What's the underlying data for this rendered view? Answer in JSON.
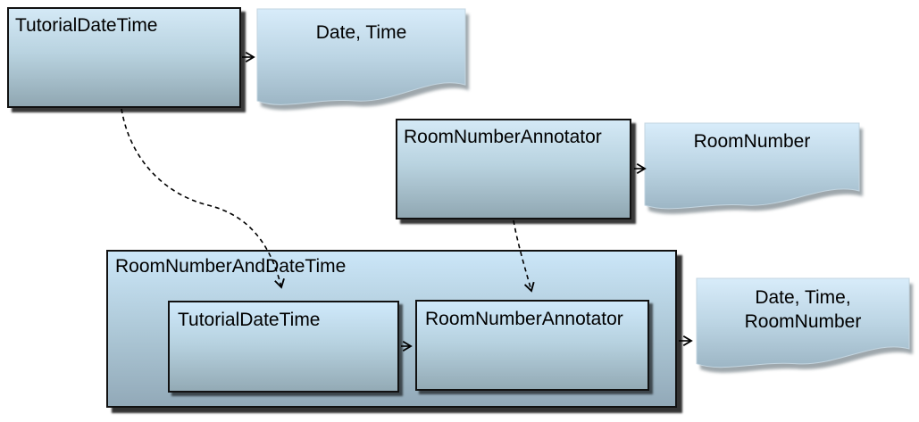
{
  "nodes": {
    "tutorial_date_time": "TutorialDateTime",
    "room_number_annotator": "RoomNumberAnnotator",
    "aggregate": "RoomNumberAndDateTime",
    "aggregate_tutorial_date_time": "TutorialDateTime",
    "aggregate_room_number_annotator": "RoomNumberAnnotator"
  },
  "documents": {
    "date_time": "Date, Time",
    "room_number": "RoomNumber",
    "date_time_room_number": {
      "line1": "Date, Time,",
      "line2": "RoomNumber"
    }
  },
  "colors": {
    "background": "#ffffff",
    "box_gradient_top": "#d4e9f6",
    "box_gradient_bottom": "#90a7b2",
    "outer_box_gradient_top": "#cbe6f8",
    "outer_box_gradient_bottom": "#92a9b8",
    "document_gradient_top": "#d8ecfa",
    "document_gradient_bottom": "#9db6c5",
    "border": "#111111",
    "arrow": "#000000",
    "text": "#000000"
  }
}
